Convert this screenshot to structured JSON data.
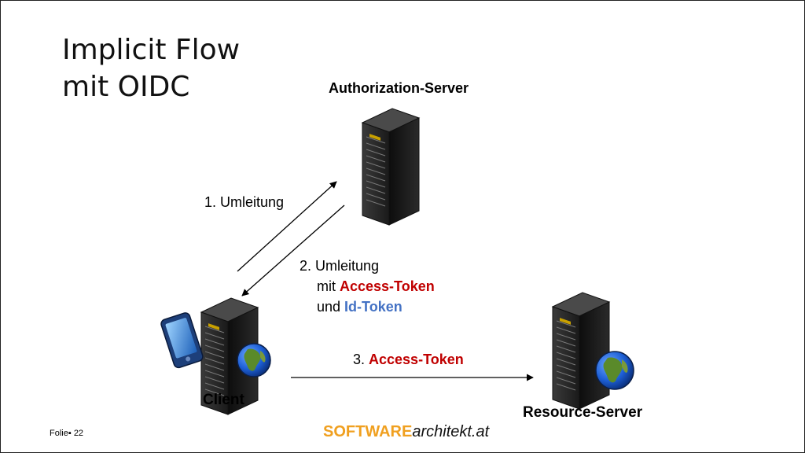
{
  "slide": {
    "title_line1": "Implicit Flow",
    "title_line2": "mit OIDC",
    "footer_label": "Folie",
    "footer_number": "22"
  },
  "nodes": {
    "auth_server": "Authorization-Server",
    "client": "Client",
    "resource_server": "Resource-Server"
  },
  "steps": {
    "step1": "1. Umleitung",
    "step2_line1": "2. Umleitung",
    "step2_mit": "mit ",
    "step2_access_token": "Access-Token",
    "step2_und": "und ",
    "step2_id_token": "Id-Token",
    "step3_prefix": "3. ",
    "step3_access_token": "Access-Token"
  },
  "brand": {
    "part1": "SOFTWARE",
    "part2": "architekt.at"
  },
  "colors": {
    "accent_red": "#c00000",
    "accent_blue": "#4472c4",
    "brand_orange": "#f0a020"
  },
  "icons": [
    "server-icon",
    "globe-icon",
    "smartphone-icon"
  ]
}
